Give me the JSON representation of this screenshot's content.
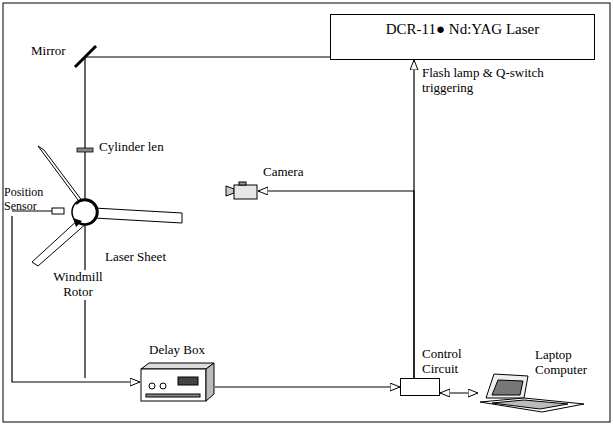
{
  "diagram": {
    "nodes": [
      {
        "text": [
          "DCR-11● Nd:YAG Laser"
        ]
      },
      {
        "text": [
          "Position Sensor"
        ]
      },
      {
        "text": [
          "Camera"
        ]
      },
      {
        "text": [
          "Delay Box"
        ]
      },
      {
        "text": [
          "Control Circuit"
        ]
      },
      {
        "text": [
          "Laptop Computer"
        ]
      }
    ],
    "edges": [
      {
        "from": 1,
        "to": 3,
        "arrow": "to"
      },
      {
        "from": 3,
        "to": 4,
        "arrow": "to"
      },
      {
        "from": 4,
        "to": 2,
        "arrow": "to"
      },
      {
        "from": 4,
        "to": 0,
        "label": "Flash lamp & Q-switch triggering",
        "arrow": "to"
      },
      {
        "from": 4,
        "to": 5,
        "arrow": "both"
      }
    ],
    "labels": [
      "Mirror",
      "Cylinder len",
      "Laser Sheet",
      "Windmill Rotor"
    ]
  }
}
